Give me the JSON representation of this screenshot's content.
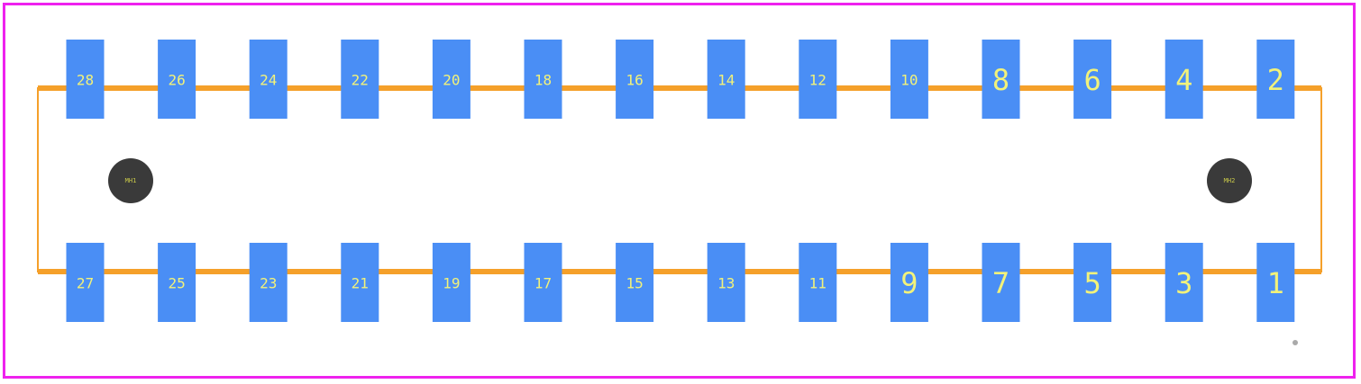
{
  "colors": {
    "board_outline": "#ee22ee",
    "silkscreen": "#f5a02a",
    "pad": "#4a8ef5",
    "pad_label": "#f2f27a",
    "mounting_hole": "#3a3a3a",
    "hole_label": "#c8c84a",
    "pin1_marker": "#aaaaaa"
  },
  "connector": {
    "top_row_pins": [
      "28",
      "26",
      "24",
      "22",
      "20",
      "18",
      "16",
      "14",
      "12",
      "10",
      "8",
      "6",
      "4",
      "2"
    ],
    "bottom_row_pins": [
      "27",
      "25",
      "23",
      "21",
      "19",
      "17",
      "15",
      "13",
      "11",
      "9",
      "7",
      "5",
      "3",
      "1"
    ],
    "mounting_holes": [
      "MH1",
      "MH2"
    ]
  }
}
